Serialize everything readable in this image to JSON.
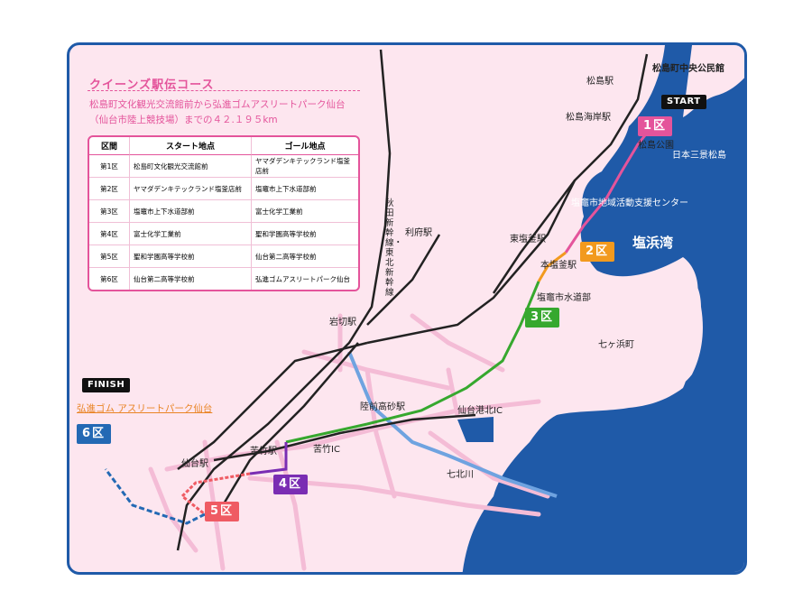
{
  "title": "クイーンズ駅伝コース",
  "description": [
    "松島町文化観光交流館前から弘進ゴムアスリートパーク仙台",
    "（仙台市陸上競技場）までの４２.１９５km"
  ],
  "table": {
    "headers": [
      "区間",
      "スタート地点",
      "ゴール地点"
    ],
    "rows": [
      [
        "第1区",
        "松島町文化観光交流館前",
        "ヤマダデンキテックランド塩釜店前"
      ],
      [
        "第2区",
        "ヤマダデンキテックランド塩釜店前",
        "塩竈市上下水道部前"
      ],
      [
        "第3区",
        "塩竈市上下水道部前",
        "富士化学工業前"
      ],
      [
        "第4区",
        "富士化学工業前",
        "聖和学園高等学校前"
      ],
      [
        "第5区",
        "聖和学園高等学校前",
        "仙台第二高等学校前"
      ],
      [
        "第6区",
        "仙台第二高等学校前",
        "弘進ゴムアスリートパーク仙台"
      ]
    ]
  },
  "labels": {
    "start": "START",
    "finish": "FINISH",
    "finish_venue": "弘進ゴム アスリートパーク仙台",
    "matsushima_kouminkan": "松島町中央公民館",
    "matsushima_st": "松島駅",
    "matsushima_kaigan": "松島海岸駅",
    "matsushima_park": "松島公園",
    "nihon_sankei": "日本三景松島",
    "shiogama_center": "塩竈市地域活動支援センター",
    "shiogama_bay": "塩浜湾",
    "higashi_shiogama": "東塩釜駅",
    "hon_shiogama": "本塩釜駅",
    "suidobu": "塩竈市水道部",
    "rifu": "利府駅",
    "shichigahama": "七ヶ浜町",
    "iwakiri": "岩切駅",
    "rikuzen_takasago": "陸前高砂駅",
    "sendaiko_kita": "仙台港北IC",
    "shichikita": "七北川",
    "nigatake": "苦竹IC",
    "nigatake_st": "苦竹駅",
    "sendai_st": "仙台駅",
    "shinkansen": "秋田新幹線・東北新幹線"
  },
  "legs": [
    {
      "label": "1区",
      "color": "#e4549b"
    },
    {
      "label": "2区",
      "color": "#f29a1e"
    },
    {
      "label": "3区",
      "color": "#36a82e"
    },
    {
      "label": "4区",
      "color": "#7a2db3"
    },
    {
      "label": "5区",
      "color": "#ef5b63"
    },
    {
      "label": "6区",
      "color": "#2369b4"
    }
  ],
  "colors": {
    "sea": "#1f5aa8",
    "land": "#fde6ef",
    "roads": "#f4bcd6",
    "river": "#6fa3e0",
    "rail": "#222222"
  }
}
